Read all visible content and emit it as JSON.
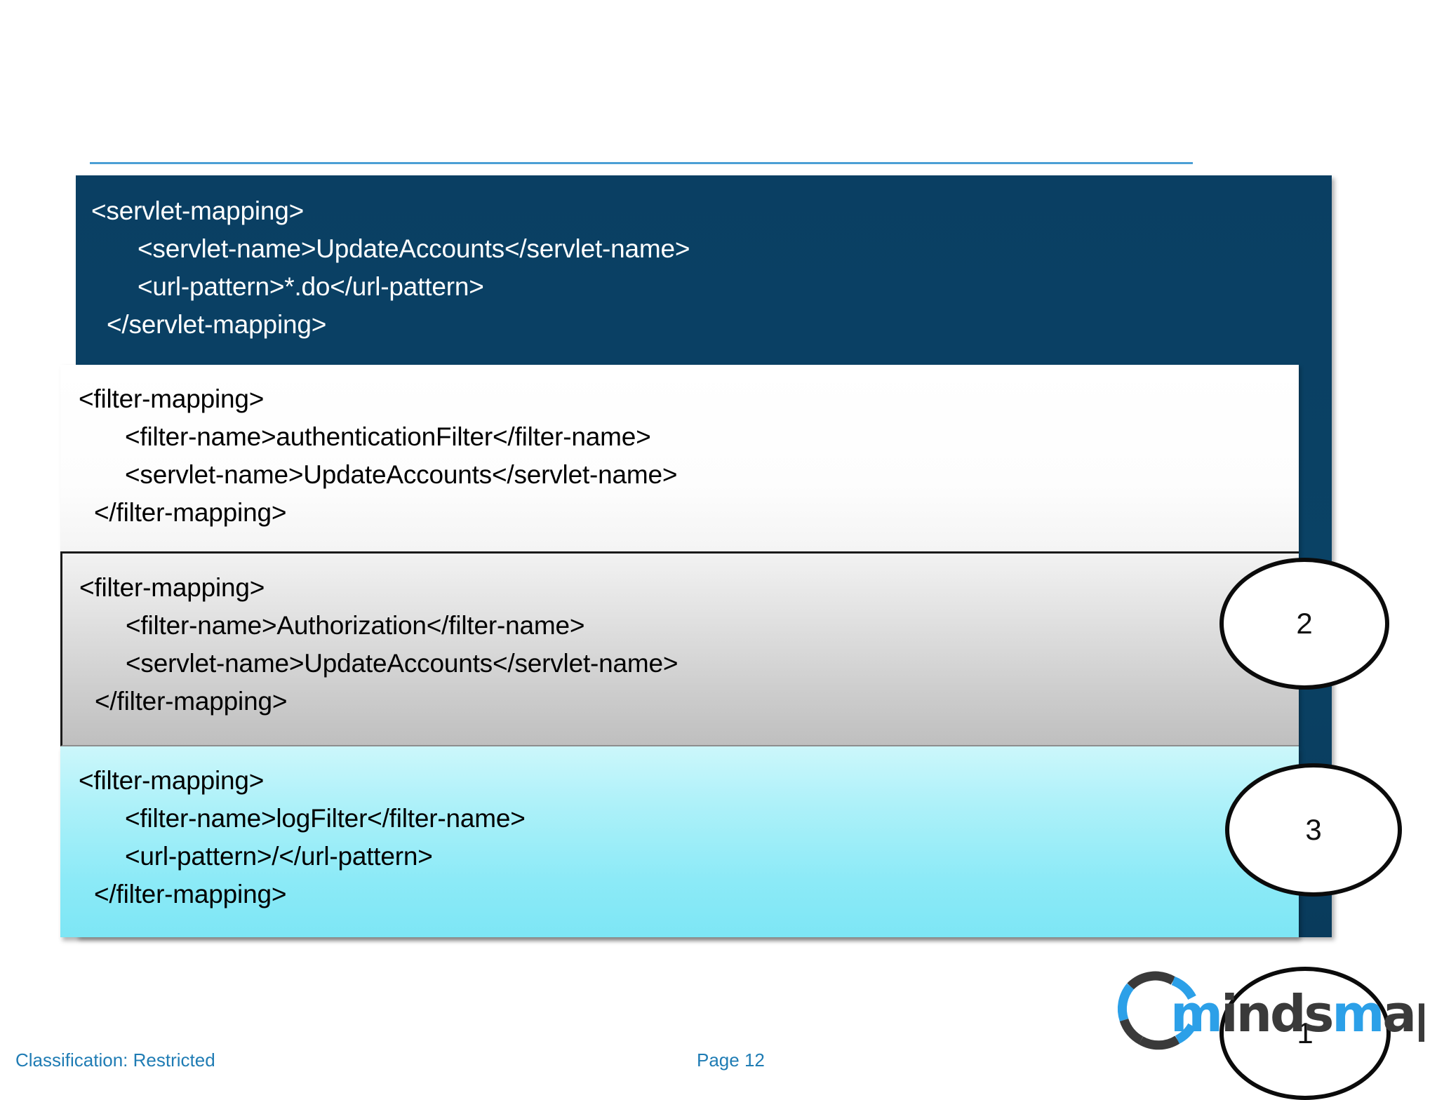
{
  "slide": {
    "blocks": [
      {
        "id": "servlet-mapping",
        "theme": "navy",
        "lines": [
          "<servlet-mapping>",
          "<servlet-name>UpdateAccounts</servlet-name>",
          "<url-pattern>*.do</url-pattern>",
          "</servlet-mapping>"
        ]
      },
      {
        "id": "authentication-filter-mapping",
        "theme": "white",
        "callout": "2",
        "lines": [
          "<filter-mapping>",
          "<filter-name>authenticationFilter</filter-name>",
          "<servlet-name>UpdateAccounts</servlet-name>",
          "</filter-mapping>"
        ]
      },
      {
        "id": "authorization-filter-mapping",
        "theme": "grey",
        "callout": "3",
        "lines": [
          "<filter-mapping>",
          "<filter-name>Authorization</filter-name>",
          "<servlet-name>UpdateAccounts</servlet-name>",
          "</filter-mapping>"
        ]
      },
      {
        "id": "log-filter-mapping",
        "theme": "cyan",
        "callout": "1",
        "lines": [
          "<filter-mapping>",
          "<filter-name>logFilter</filter-name>",
          "<url-pattern>/</url-pattern>",
          "</filter-mapping>"
        ]
      }
    ]
  },
  "footer": {
    "classification": "Classification:  Restricted",
    "page": "Page 12"
  },
  "logo": {
    "text_part_1": "m",
    "text_part_2": "inds",
    "text_part_3": "m",
    "text_part_4": "apped",
    "full_text": "mindsmapped",
    "accent_blue": "#2ca0e8",
    "accent_dark": "#3a3a3a"
  },
  "colors": {
    "navy": "#0a4265",
    "rule_blue": "#4b9fd5",
    "footer_blue": "#1f7cb4",
    "cyan": "#8ceaf7",
    "grey": "#cdcdcd"
  }
}
